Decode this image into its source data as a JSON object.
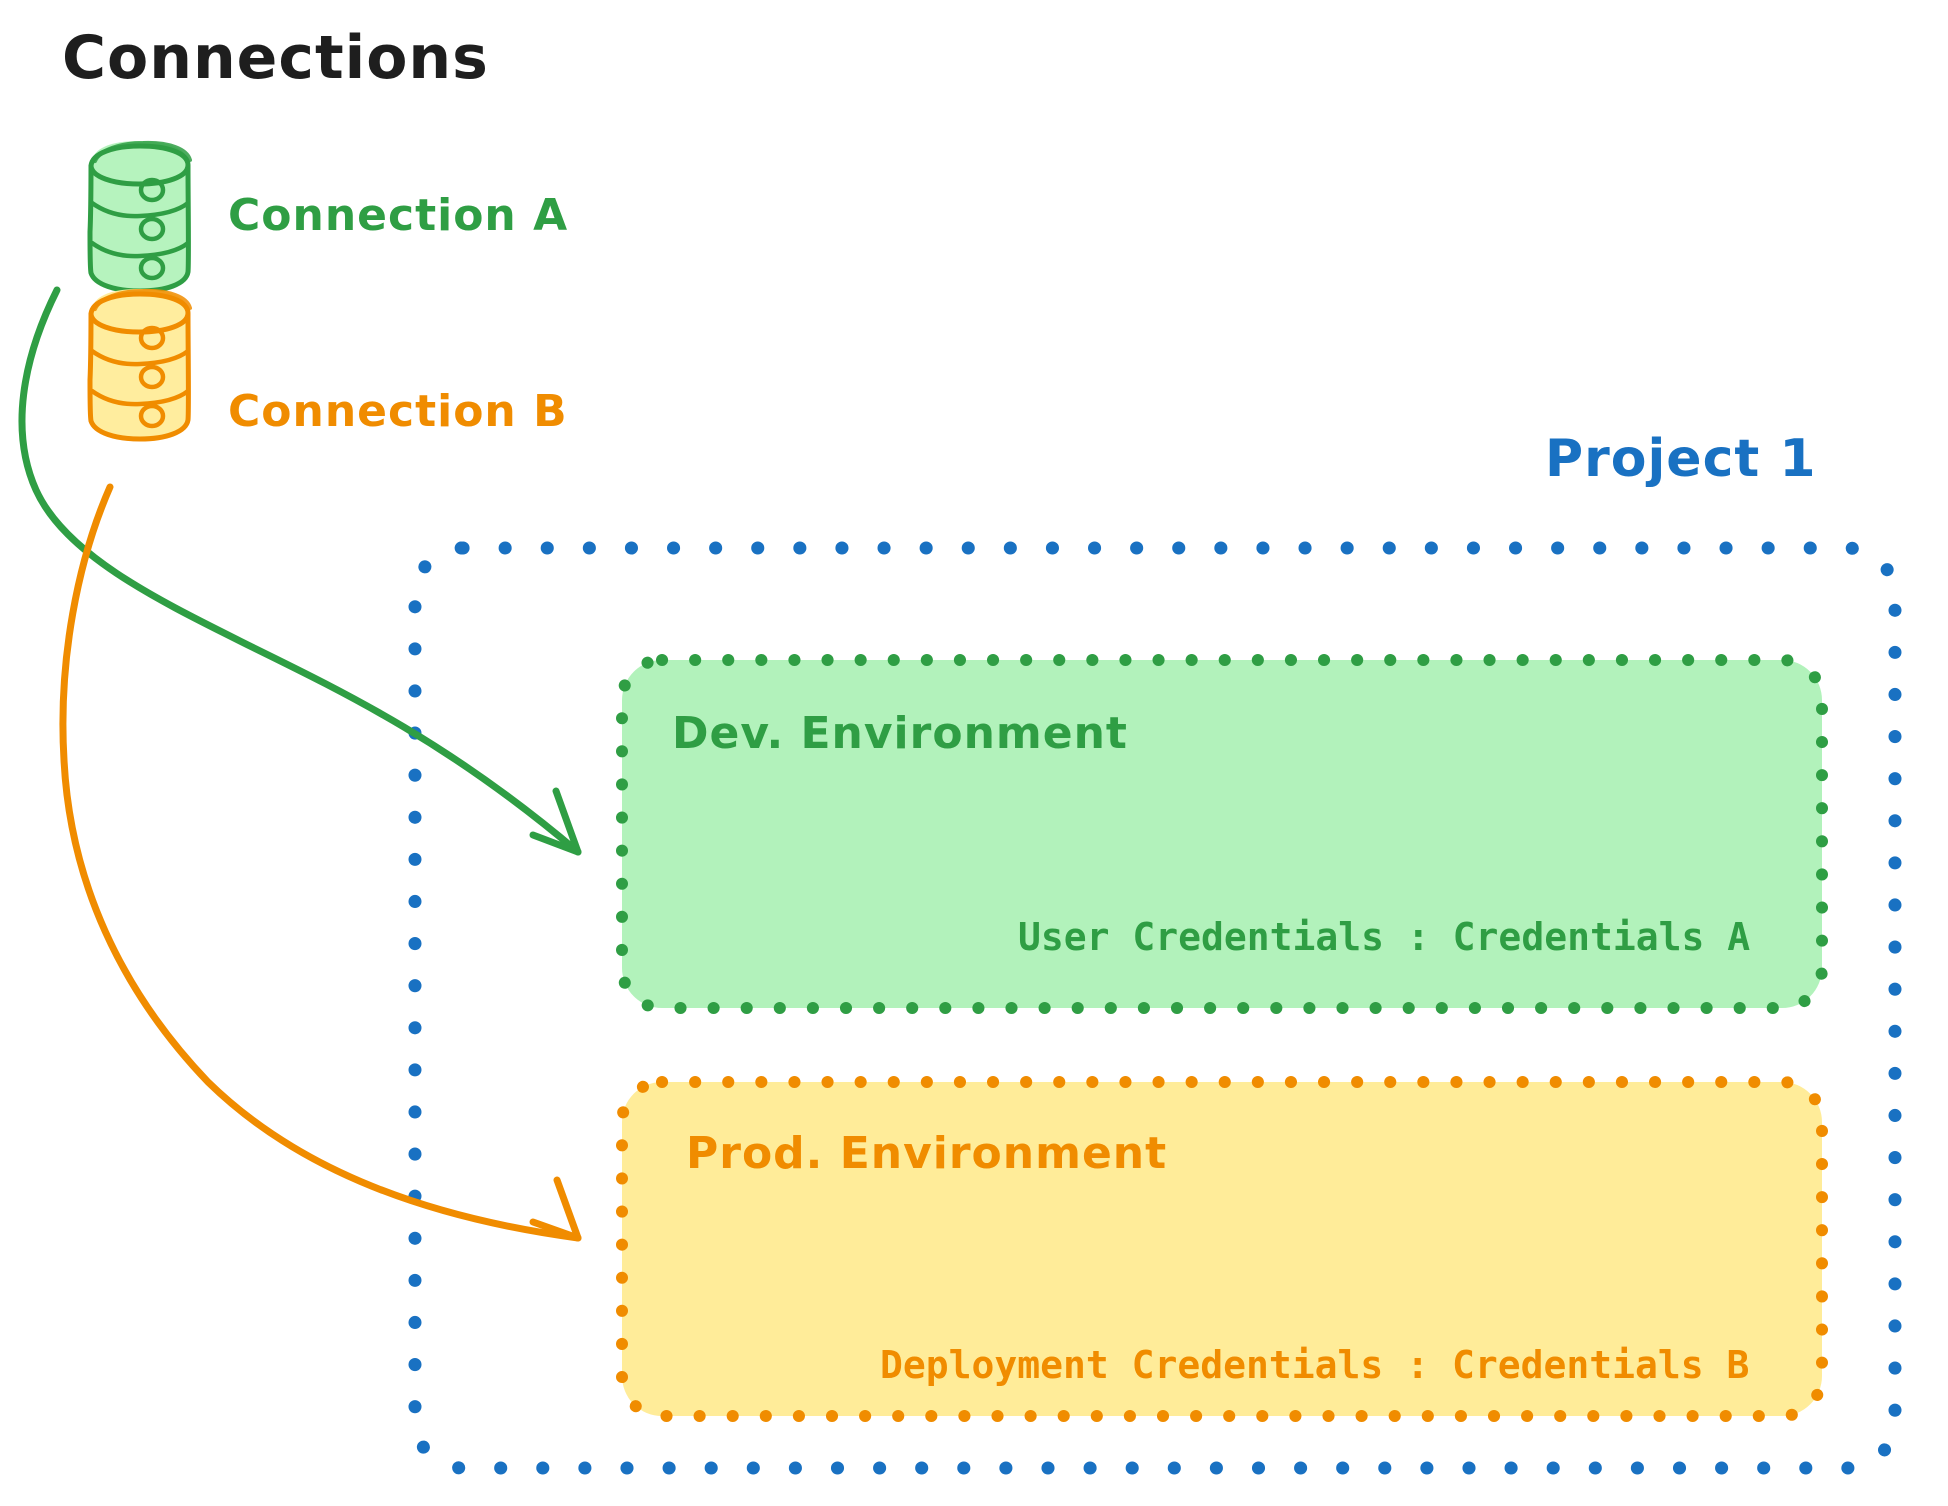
{
  "diagram": {
    "title": "Connections",
    "title_color": "#1e1e1e",
    "background": "#ffffff",
    "connections": [
      {
        "id": "connection-a",
        "label": "Connection A",
        "color": "#2f9e44",
        "fill": "#b2f2bb",
        "icon": "database-cylinder-icon",
        "targets": "dev-environment"
      },
      {
        "id": "connection-b",
        "label": "Connection B",
        "color": "#f08c00",
        "fill": "#ffec99",
        "icon": "database-cylinder-icon",
        "targets": "prod-environment"
      }
    ],
    "project": {
      "label": "Project 1",
      "color": "#1971c2",
      "border_style": "dotted",
      "environments": [
        {
          "id": "dev-environment",
          "title": "Dev. Environment",
          "detail_key": "User Credentials",
          "detail_value": "Credentials A",
          "detail": "User Credentials : Credentials A",
          "stroke": "#2f9e44",
          "fill": "#b2f2bb"
        },
        {
          "id": "prod-environment",
          "title": "Prod. Environment",
          "detail_key": "Deployment Credentials",
          "detail_value": "Credentials B",
          "detail": "Deployment Credentials : Credentials B",
          "stroke": "#f08c00",
          "fill": "#ffec99"
        }
      ]
    },
    "colors": {
      "green_stroke": "#2f9e44",
      "green_fill": "#b2f2bb",
      "orange_stroke": "#f08c00",
      "orange_fill": "#ffec99",
      "blue_stroke": "#1971c2",
      "black": "#1e1e1e"
    }
  }
}
